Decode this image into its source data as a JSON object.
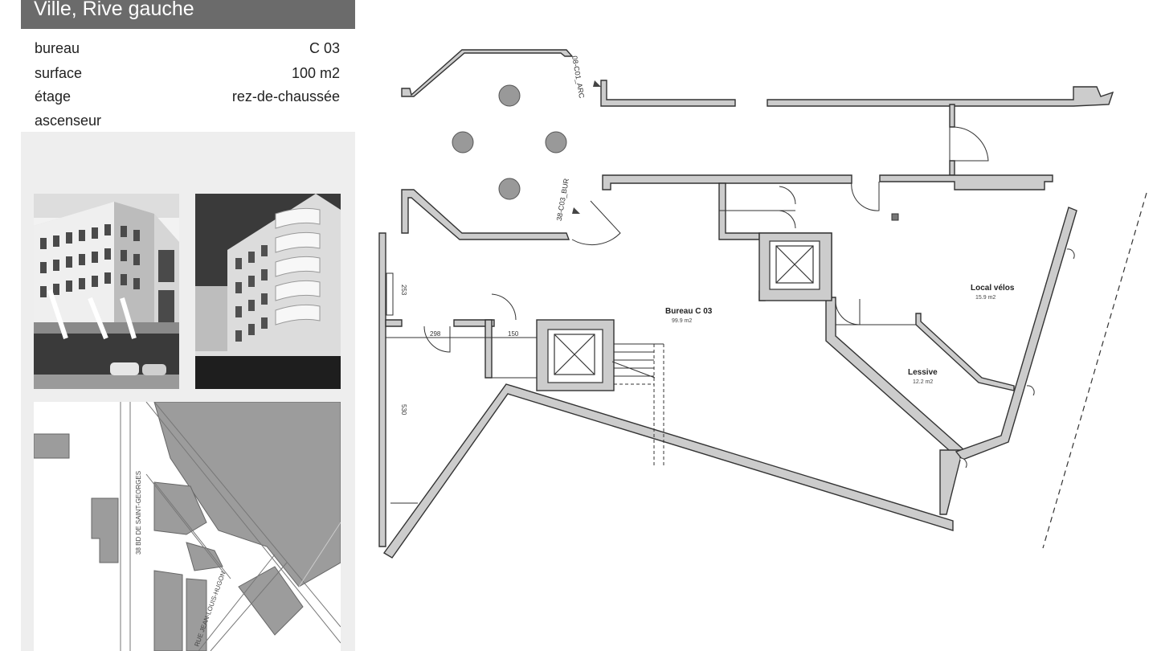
{
  "header": {
    "title": "Ville, Rive gauche"
  },
  "info": {
    "rows": [
      {
        "label": "bureau",
        "value": "C 03"
      },
      {
        "label": "surface",
        "value": "100 m2"
      },
      {
        "label": "étage",
        "value": "rez-de-chaussée"
      },
      {
        "label": "ascenseur",
        "value": ""
      }
    ]
  },
  "map": {
    "street_1": "38 BD DE SAINT-GEORGES",
    "street_2": "RUE JEAN-LOUIS-HUGON"
  },
  "plan": {
    "door_label_1": "08-C01_ARC",
    "door_label_2": "38-C03_BUR",
    "dim_1": "253",
    "dim_2": "298",
    "dim_3": "150",
    "dim_4": "530",
    "room_1": {
      "name": "Bureau C 03",
      "area": "99.9 m2"
    },
    "room_2": {
      "name": "Local vélos",
      "area": "15.9 m2"
    },
    "room_3": {
      "name": "Lessive",
      "area": "12.2 m2"
    }
  }
}
